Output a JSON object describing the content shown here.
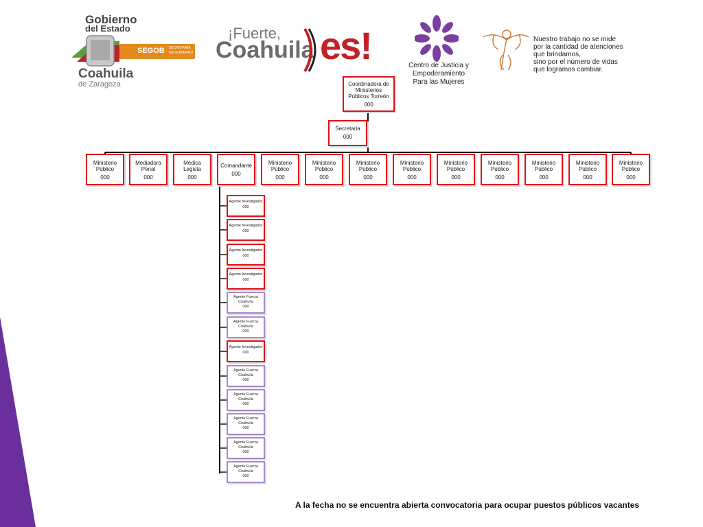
{
  "logos": {
    "gobierno_line1": "Gobierno",
    "gobierno_line2": "del Estado",
    "coahuila": "Coahuila",
    "zaragoza": "de Zaragoza",
    "segob": "SEGOB",
    "segob_sub1": "SECRETARÍA",
    "segob_sub2": "DE GOBIERNO",
    "fuerte_line1": "¡Fuerte,",
    "fuerte_line2": "Coahuila",
    "es": "es!",
    "centro_line1": "Centro de Justicia y",
    "centro_line2": "Empoderamiento",
    "centro_line3": "Para las Mujeres",
    "motto_line1": "Nuestro trabajo no se mide",
    "motto_line2": "por la cantidad de atenciones",
    "motto_line3": "que brindamos,",
    "motto_line4": "sino por el número de vidas",
    "motto_line5": "que logramos cambiar."
  },
  "colors": {
    "red_border": "#e0101a",
    "purple_border": "#a48bc8",
    "wedge": "#6a2f9c"
  },
  "org": {
    "root": {
      "title": "Coordinadora de Ministerios Públicos Torreón",
      "code": "000"
    },
    "secretaria": {
      "title": "Secretaria",
      "code": "000"
    },
    "level2": [
      {
        "title": "Ministerio Público",
        "code": "000"
      },
      {
        "title": "Mediadora Penal",
        "code": "000"
      },
      {
        "title": "Médica Legista",
        "code": "000"
      },
      {
        "title": "Comandante",
        "code": "000"
      },
      {
        "title": "Ministerio Público",
        "code": "000"
      },
      {
        "title": "Ministerio Público",
        "code": "000"
      },
      {
        "title": "Ministerio Público",
        "code": "000"
      },
      {
        "title": "Ministerio Público",
        "code": "000"
      },
      {
        "title": "Ministerio Público",
        "code": "000"
      },
      {
        "title": "Ministerio Público",
        "code": "000"
      },
      {
        "title": "Ministerio Público",
        "code": "000"
      },
      {
        "title": "Ministerio Público",
        "code": "000"
      },
      {
        "title": "Ministerio Público",
        "code": "000"
      }
    ],
    "agents": [
      {
        "title": "Agente Investigador",
        "code": "000",
        "kind": "red"
      },
      {
        "title": "Agente Investigador",
        "code": "000",
        "kind": "red"
      },
      {
        "title": "Agente Investigador",
        "code": "000",
        "kind": "red"
      },
      {
        "title": "Agente Investigador",
        "code": "000",
        "kind": "red"
      },
      {
        "title": "Agente Fuerza Coahuila",
        "code": "000",
        "kind": "purple"
      },
      {
        "title": "Agente Fuerza Coahuila",
        "code": "000",
        "kind": "purple"
      },
      {
        "title": "Agente Investigador",
        "code": "000",
        "kind": "red"
      },
      {
        "title": "Agente Fuerza Coahuila",
        "code": "000",
        "kind": "purple"
      },
      {
        "title": "Agente Fuerza Coahuila",
        "code": "000",
        "kind": "purple"
      },
      {
        "title": "Agente Fuerza Coahuila",
        "code": "000",
        "kind": "purple"
      },
      {
        "title": "Agente Fuerza Coahuila",
        "code": "000",
        "kind": "purple"
      },
      {
        "title": "Agente Fuerza Coahuila",
        "code": "000",
        "kind": "purple"
      }
    ]
  },
  "footer": "A la fecha no se encuentra abierta convocatoria para ocupar puestos públicos vacantes"
}
